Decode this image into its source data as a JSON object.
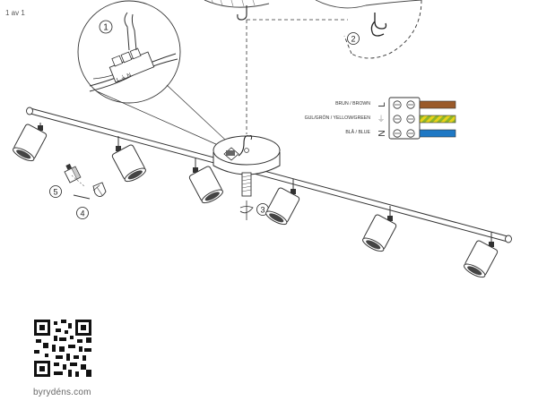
{
  "page_counter": "1 av 1",
  "footer_url": "byrydéns.com",
  "steps": {
    "step1": "1",
    "step2": "2",
    "step3": "3",
    "step4": "4",
    "step5": "5"
  },
  "wiring": {
    "brown": {
      "label": "BRUN / BROWN",
      "terminal": "L",
      "color": "#9a5a2a"
    },
    "earth": {
      "label": "GUL/GRÖN / YELLOW/GREEN",
      "terminal": "⏚",
      "color": "#8fb52a",
      "stripe": "#e6d21a"
    },
    "blue": {
      "label": "BLÅ / BLUE",
      "terminal": "N",
      "color": "#1f78c4"
    }
  },
  "connector_marks": "L ⏚ N"
}
